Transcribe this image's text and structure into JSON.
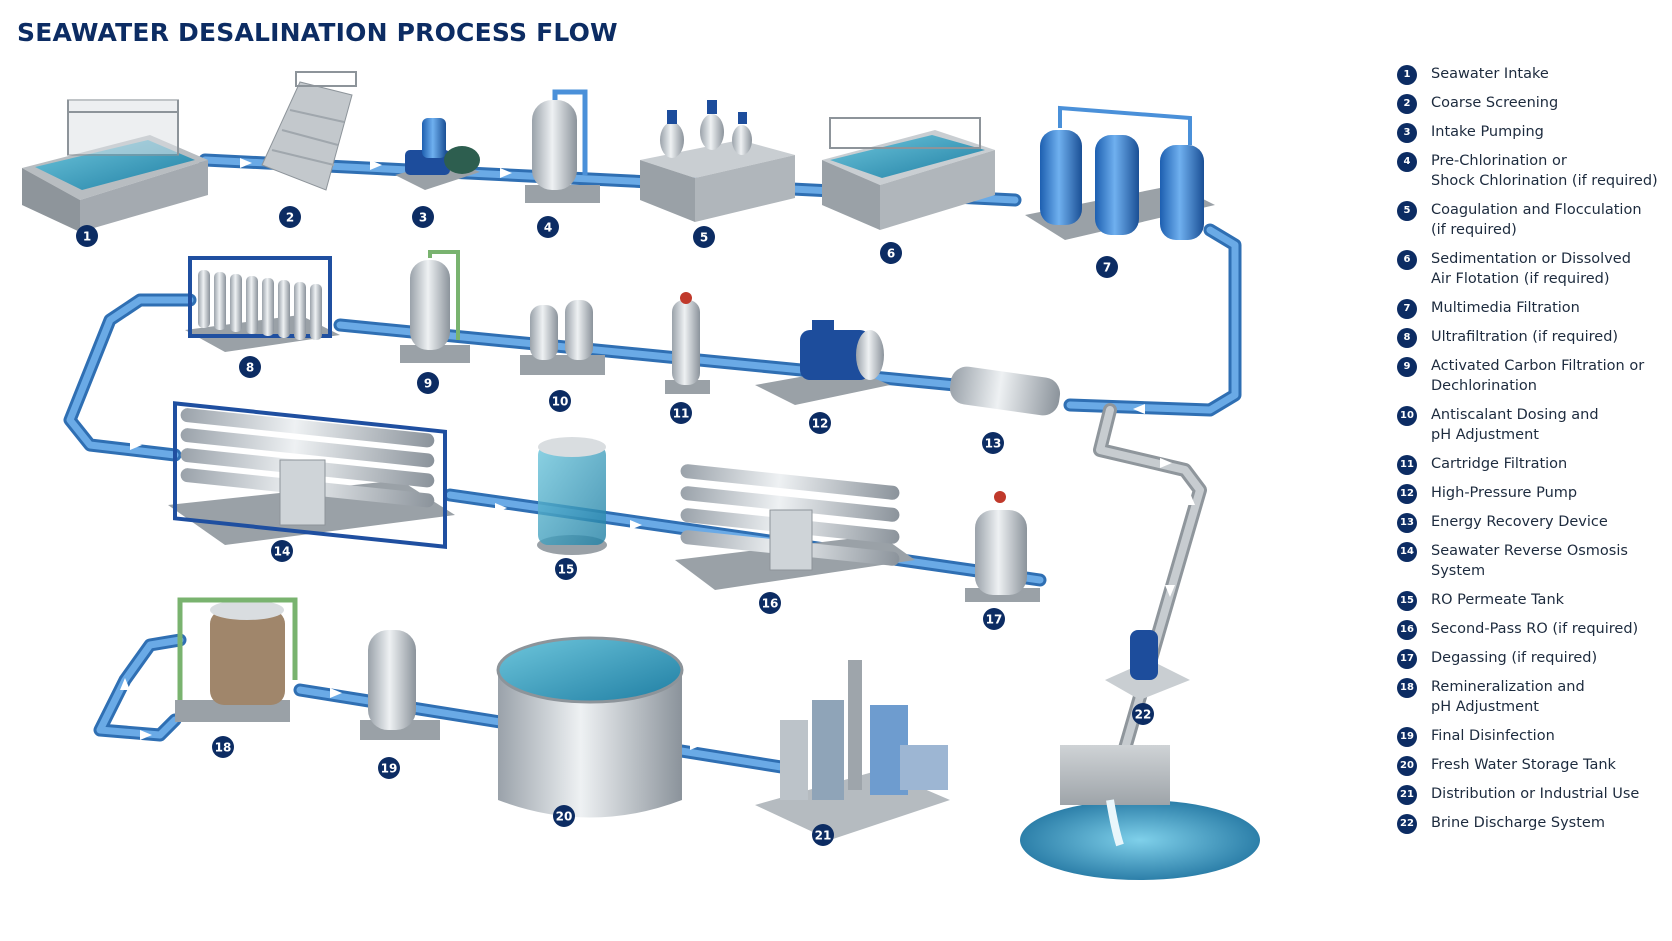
{
  "title": "SEAWATER DESALINATION PROCESS FLOW",
  "colors": {
    "title": "#0c2c63",
    "badge": "#0c2c63",
    "pipe": "#4a90d9",
    "pipe_dark": "#2f6fb3",
    "water": "#2f8fb0",
    "steel": "#c6cbd0",
    "frame_blue": "#1f4fa0",
    "brine_pipe": "#b3b8bd"
  },
  "steps": [
    {
      "num": "1",
      "label": "Seawater Intake"
    },
    {
      "num": "2",
      "label": "Coarse Screening"
    },
    {
      "num": "3",
      "label": "Intake Pumping"
    },
    {
      "num": "4",
      "label": "Pre-Chlorination or\nShock Chlorination (if required)"
    },
    {
      "num": "5",
      "label": "Coagulation and Flocculation\n(if required)"
    },
    {
      "num": "6",
      "label": "Sedimentation or Dissolved\nAir Flotation (if required)"
    },
    {
      "num": "7",
      "label": "Multimedia Filtration"
    },
    {
      "num": "8",
      "label": "Ultrafiltration (if required)"
    },
    {
      "num": "9",
      "label": "Activated Carbon Filtration or\nDechlorination"
    },
    {
      "num": "10",
      "label": "Antiscalant Dosing and\npH Adjustment"
    },
    {
      "num": "11",
      "label": "Cartridge Filtration"
    },
    {
      "num": "12",
      "label": "High-Pressure Pump"
    },
    {
      "num": "13",
      "label": "Energy Recovery Device"
    },
    {
      "num": "14",
      "label": "Seawater Reverse Osmosis System"
    },
    {
      "num": "15",
      "label": "RO Permeate Tank"
    },
    {
      "num": "16",
      "label": "Second-Pass RO (if required)"
    },
    {
      "num": "17",
      "label": "Degassing (if required)"
    },
    {
      "num": "18",
      "label": "Remineralization and\npH Adjustment"
    },
    {
      "num": "19",
      "label": "Final Disinfection"
    },
    {
      "num": "20",
      "label": "Fresh Water Storage Tank"
    },
    {
      "num": "21",
      "label": "Distribution or Industrial Use"
    },
    {
      "num": "22",
      "label": "Brine Discharge System"
    }
  ]
}
